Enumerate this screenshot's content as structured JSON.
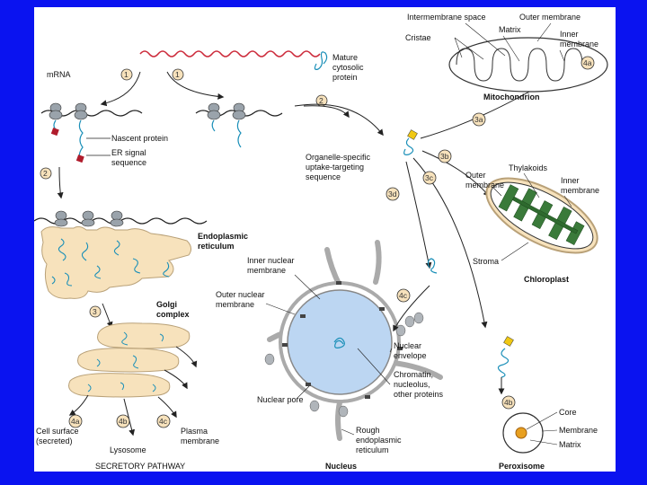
{
  "colors": {
    "frame": "#0a13f0",
    "mrna": "#cc2a3a",
    "protein": "#1a8fb8",
    "organelle_fill": "#f7e2bc",
    "nucleus_fill": "#bcd6f2",
    "ribosome": "#9aa3ab",
    "thylakoid": "#3a7a3a"
  },
  "labels": {
    "mrna": "mRNA",
    "nascent": "Nascent protein",
    "er_signal_1": "ER signal",
    "er_signal_2": "sequence",
    "mature_1": "Mature",
    "mature_2": "cytosolic",
    "mature_3": "protein",
    "targeting_1": "Organelle-specific",
    "targeting_2": "uptake-targeting",
    "targeting_3": "sequence",
    "er_1": "Endoplasmic",
    "er_2": "reticulum",
    "golgi_1": "Golgi",
    "golgi_2": "complex",
    "cell_surface_1": "Cell surface",
    "cell_surface_2": "(secreted)",
    "lysosome": "Lysosome",
    "plasma_1": "Plasma",
    "plasma_2": "membrane",
    "secretory": "SECRETORY PATHWAY",
    "intermembrane": "Intermembrane space",
    "outer_mem": "Outer membrane",
    "matrix": "Matrix",
    "cristae": "Cristae",
    "inner_mem_1": "Inner",
    "inner_mem_2": "membrane",
    "mitochondrion": "Mitochondrion",
    "thylakoids": "Thylakoids",
    "chl_outer_1": "Outer",
    "chl_outer_2": "membrane",
    "chl_inner_1": "Inner",
    "chl_inner_2": "membrane",
    "stroma": "Stroma",
    "chloroplast": "Chloroplast",
    "inner_nuclear_1": "Inner nuclear",
    "inner_nuclear_2": "membrane",
    "outer_nuclear_1": "Outer nuclear",
    "outer_nuclear_2": "membrane",
    "nuclear_env_1": "Nuclear",
    "nuclear_env_2": "envelope",
    "chromatin_1": "Chromatin,",
    "chromatin_2": "nucleolus,",
    "chromatin_3": "other proteins",
    "nuclear_pore": "Nuclear pore",
    "rough_er_1": "Rough",
    "rough_er_2": "endoplasmic",
    "rough_er_3": "reticulum",
    "nucleus": "Nucleus",
    "core": "Core",
    "perox_membrane": "Membrane",
    "perox_matrix": "Matrix",
    "peroxisome": "Peroxisome"
  },
  "steps": {
    "s1a": "1",
    "s1b": "1",
    "s2a": "2",
    "s2b": "2",
    "s3": "3",
    "s3a": "3a",
    "s3b": "3b",
    "s3c": "3c",
    "s3d": "3d",
    "s4a_mito": "4a",
    "s4a_golgi": "4a",
    "s4b_golgi": "4b",
    "s4c_golgi": "4c",
    "s4c_nuc": "4c",
    "s4b_perox": "4b"
  }
}
